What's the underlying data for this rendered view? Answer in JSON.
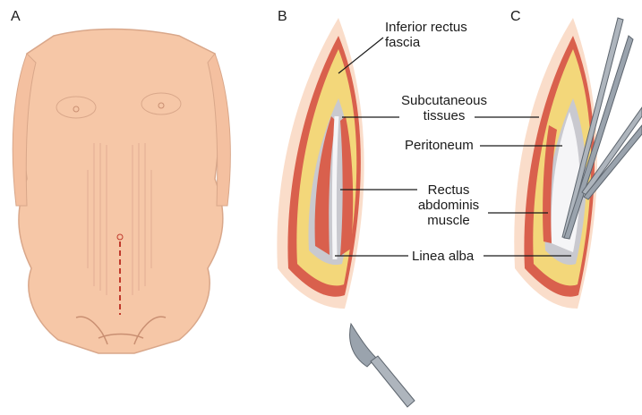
{
  "panels": {
    "a": "A",
    "b": "B",
    "c": "C"
  },
  "labels": {
    "inferior_rectus_fascia": [
      "Inferior rectus",
      "fascia"
    ],
    "subcutaneous_tissues": [
      "Subcutaneous",
      "tissues"
    ],
    "peritoneum": "Peritoneum",
    "rectus_abdominis_muscle": [
      "Rectus",
      "abdominis",
      "muscle"
    ],
    "linea_alba": "Linea alba"
  },
  "colors": {
    "skin": "#f6c7a7",
    "skin_outline": "#d9a78a",
    "incision_line": "#c0392b",
    "fat": "#f3d77a",
    "fascia": "#c9c9cf",
    "muscle": "#d9604d",
    "peritoneum": "#f5f5f7",
    "instrument": "#9aa3ad"
  }
}
